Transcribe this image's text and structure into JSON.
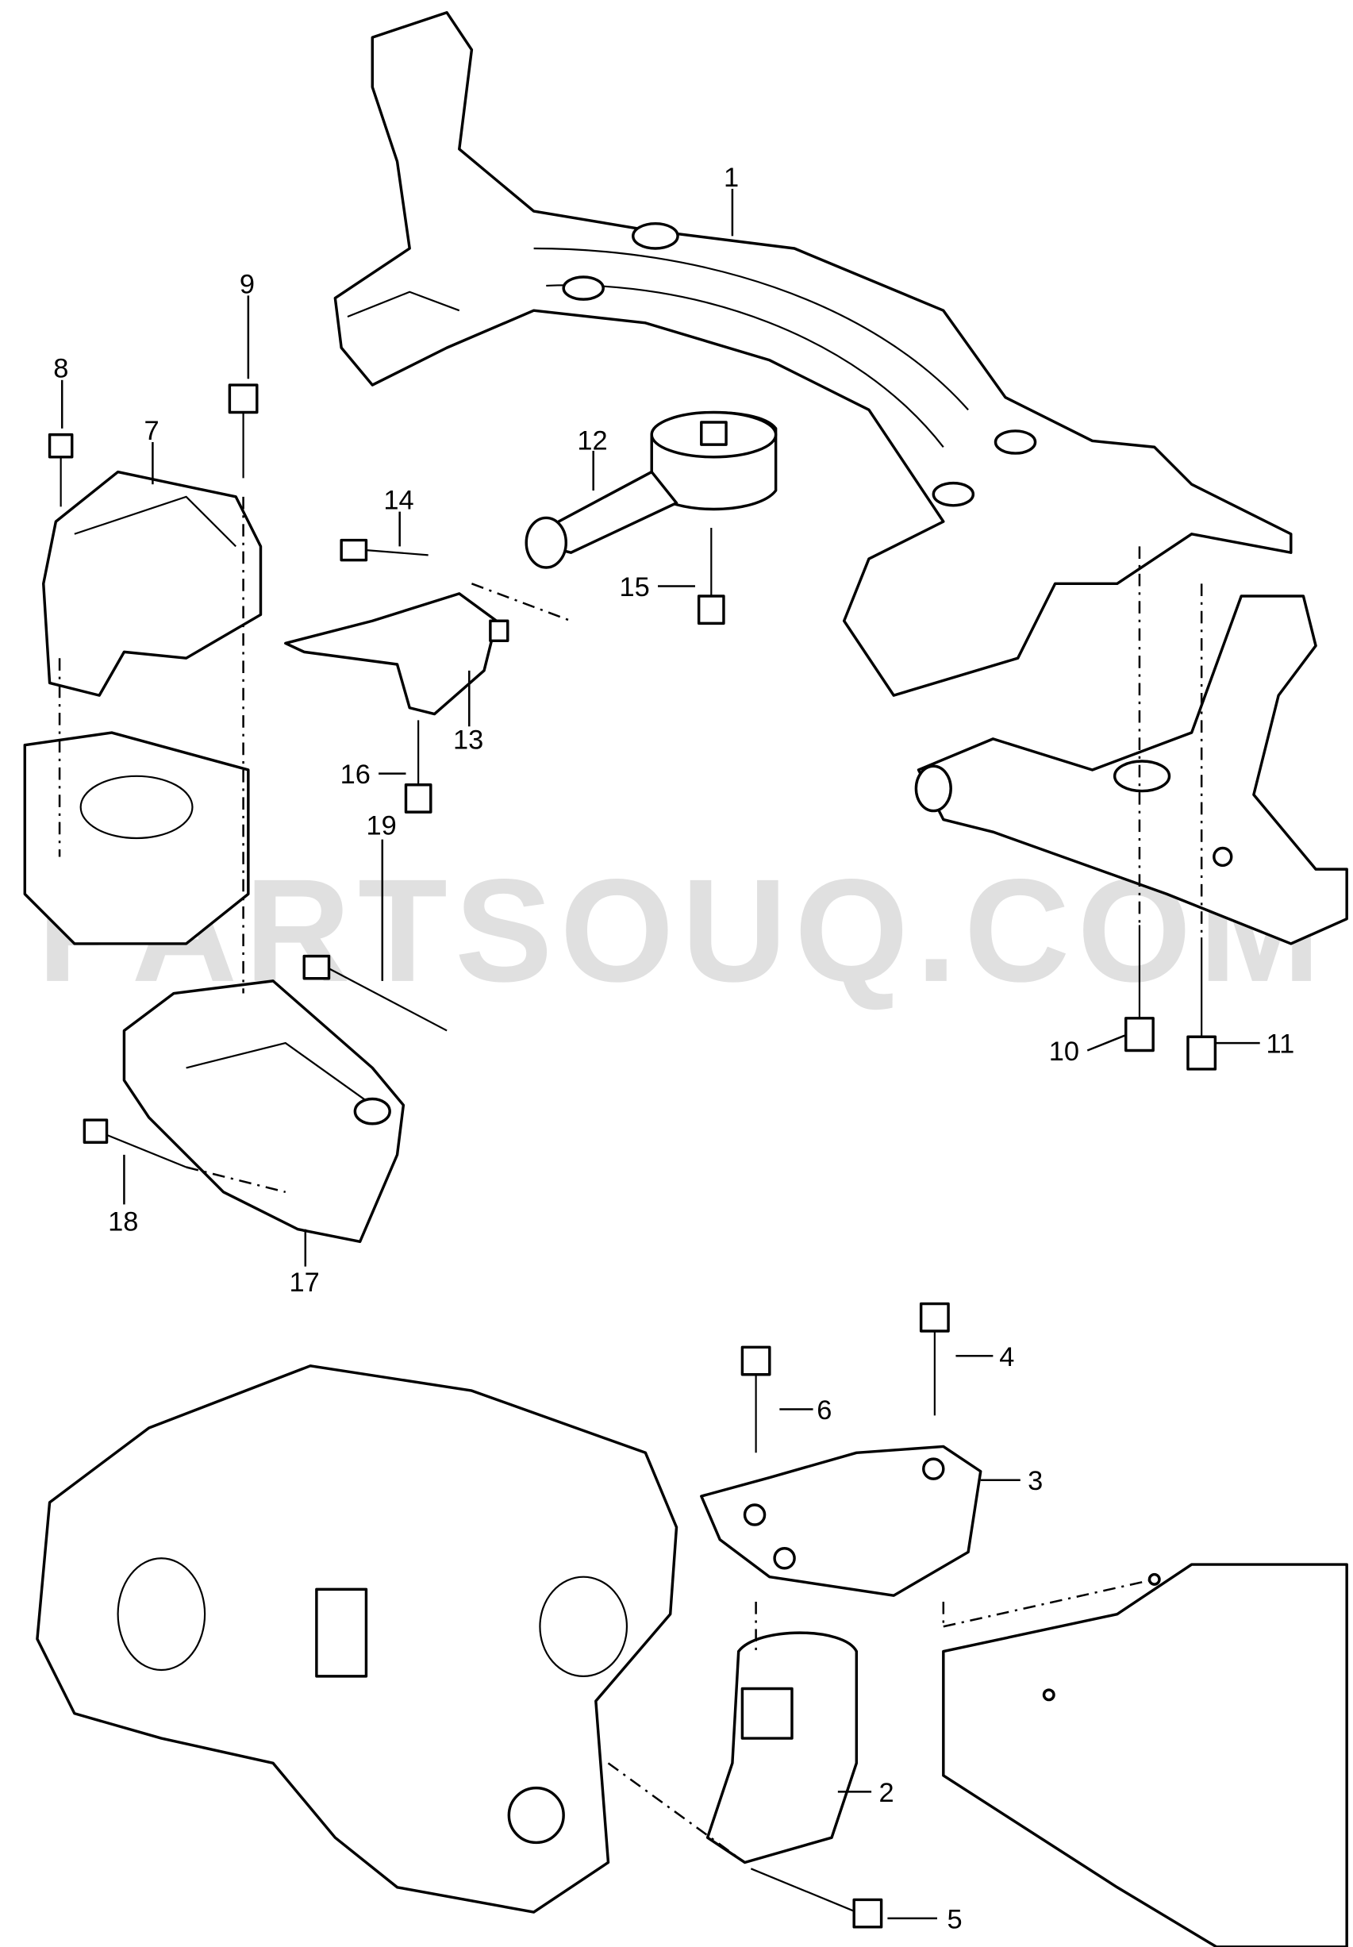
{
  "watermark": "PARTSOUQ.COM",
  "callouts": {
    "c1": "1",
    "c2": "2",
    "c3": "3",
    "c4": "4",
    "c5": "5",
    "c6": "6",
    "c7": "7",
    "c8": "8",
    "c9": "9",
    "c10": "10",
    "c11": "11",
    "c12": "12",
    "c13": "13",
    "c14": "14",
    "c15": "15",
    "c16": "16",
    "c17": "17",
    "c18": "18",
    "c19": "19"
  }
}
